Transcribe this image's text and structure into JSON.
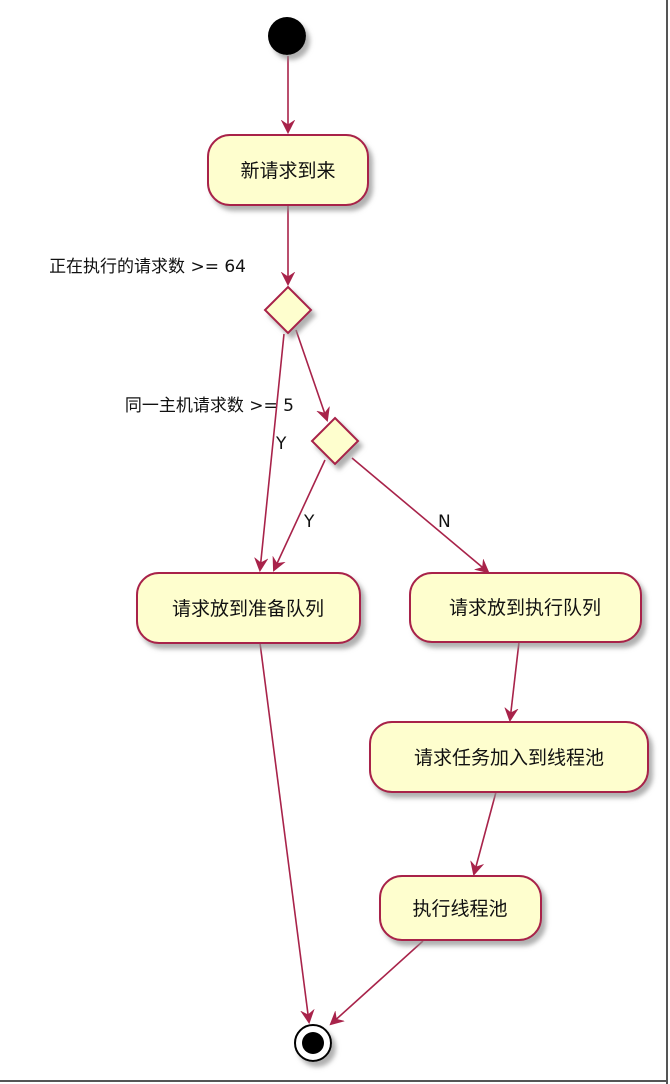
{
  "diagram": {
    "type": "activity",
    "colors": {
      "node_fill": "#fefece",
      "node_border": "#a8234a",
      "edge": "#a8234a",
      "start": "#000000",
      "shadow": "#999999"
    },
    "nodes": {
      "new_request": "新请求到来",
      "to_ready_queue": "请求放到准备队列",
      "to_running_queue": "请求放到执行队列",
      "add_to_pool": "请求任务加入到线程池",
      "run_pool": "执行线程池"
    },
    "decisions": {
      "running_check": "正在执行的请求数 >= 64",
      "same_host_check": "同一主机请求数 >= 5"
    },
    "edge_labels": {
      "running_yes": "Y",
      "host_yes": "Y",
      "host_no": "N"
    }
  }
}
